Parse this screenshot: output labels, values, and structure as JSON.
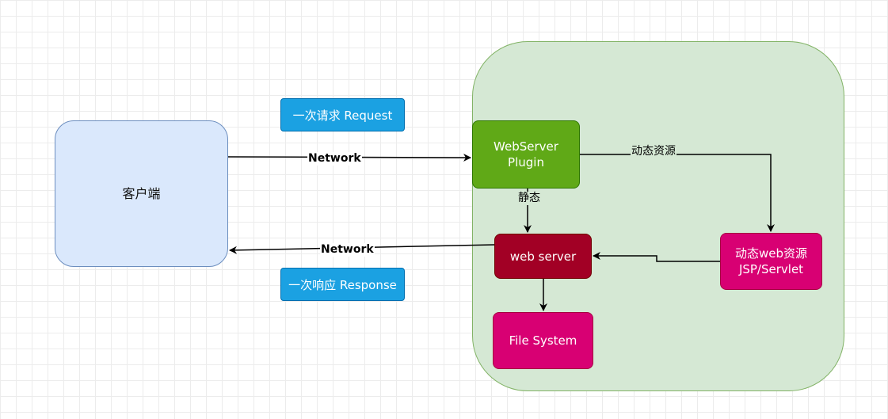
{
  "nodes": {
    "client": "客户端",
    "plugin_line1": "WebServer",
    "plugin_line2": "Plugin",
    "web_server": "web server",
    "dynamic_line1": "动态web资源",
    "dynamic_line2": "JSP/Servlet",
    "file_system": "File System"
  },
  "tags": {
    "request": "一次请求 Request",
    "response": "一次响应 Response"
  },
  "edge_labels": {
    "network_request": "Network",
    "network_response": "Network",
    "dynamic": "动态资源",
    "static": "静态"
  },
  "colors": {
    "server_area": "#d5e8d4",
    "client": "#dae8fc",
    "plugin": "#60a917",
    "web_server": "#a20025",
    "dynamic": "#d80073",
    "file_system": "#d80073",
    "tag": "#1ba1e2"
  }
}
